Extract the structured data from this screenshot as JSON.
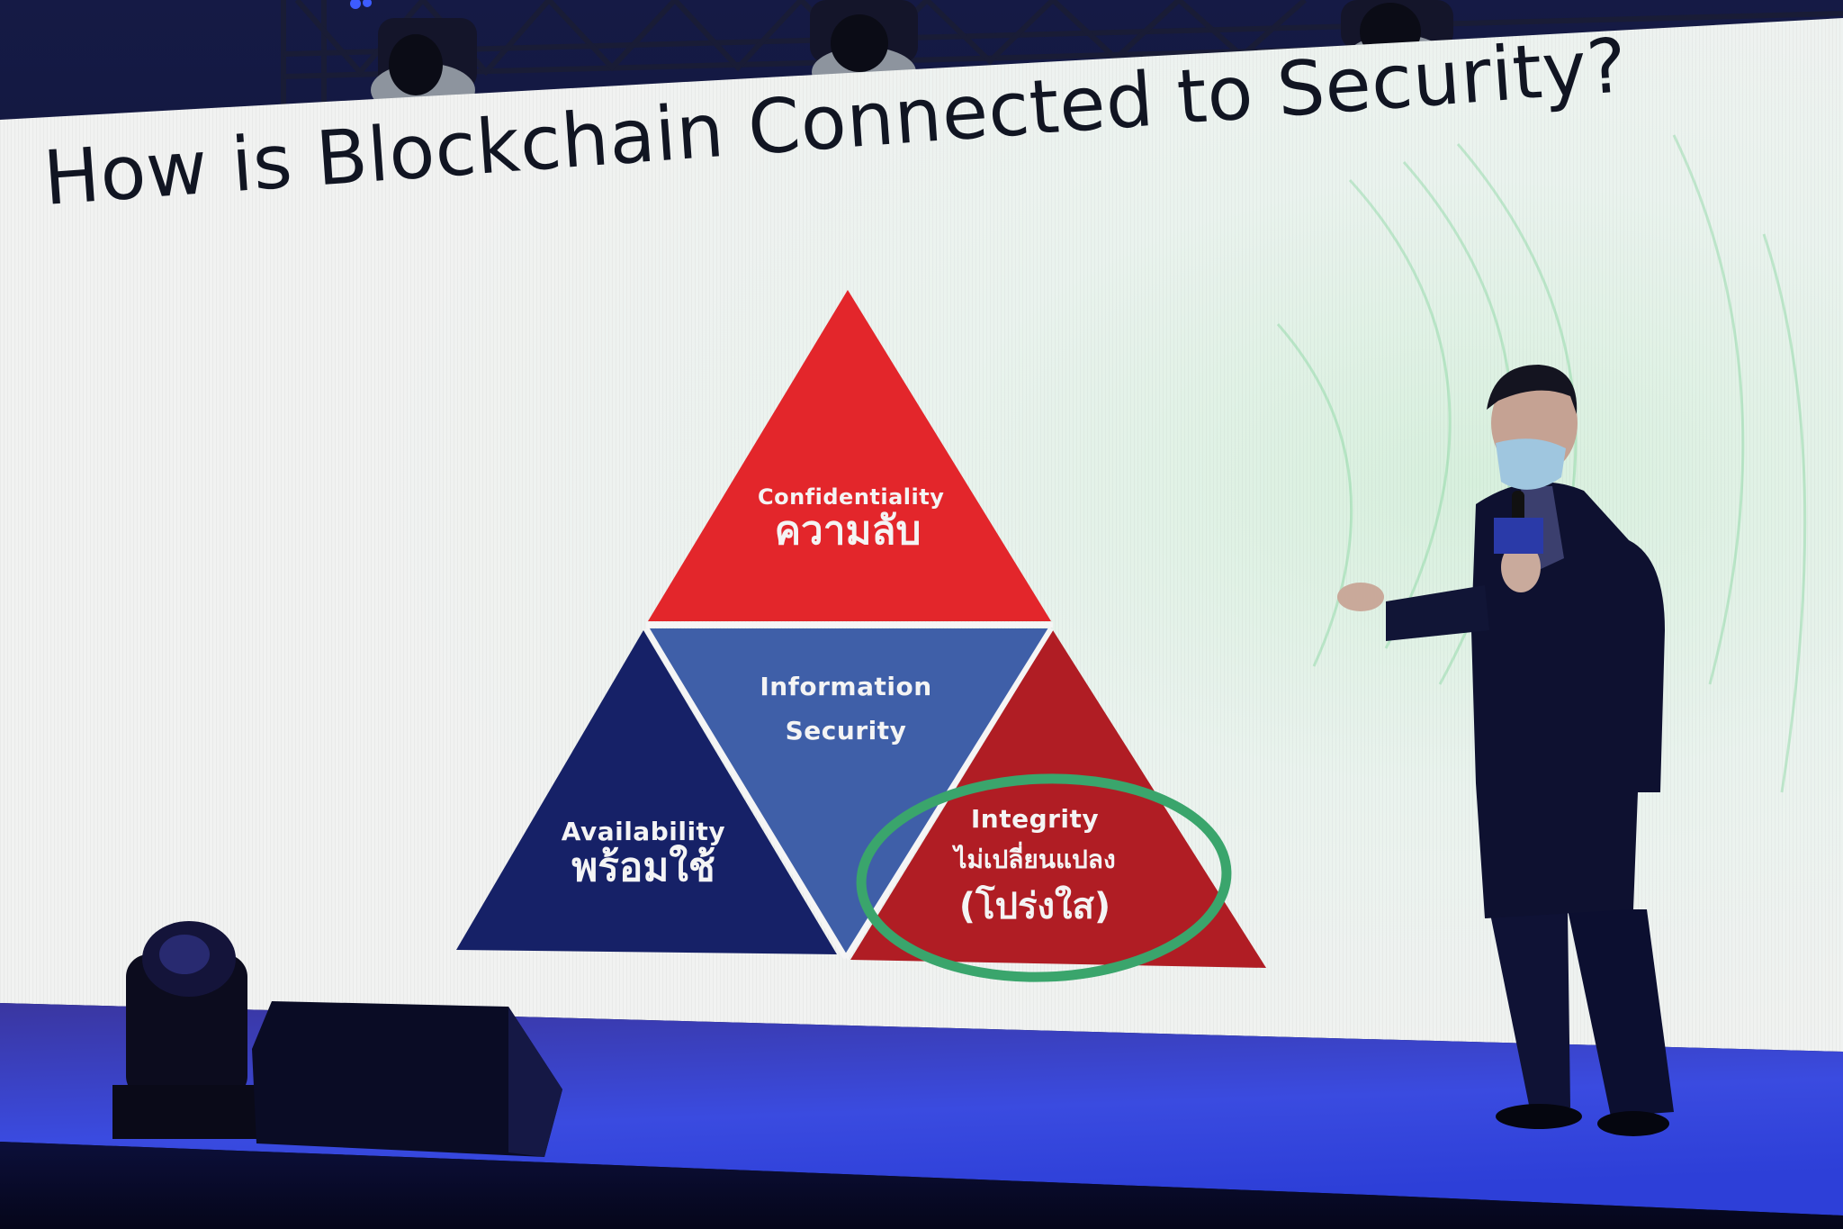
{
  "slide": {
    "title": "How is Blockchain Connected to Security?",
    "diagram": {
      "type": "triad-pyramid",
      "center": {
        "line1": "Information",
        "line2": "Security"
      },
      "segments": [
        {
          "id": "confidentiality",
          "label_en": "Confidentiality",
          "label_th": "ความลับ",
          "color": "#e3262b",
          "position": "top"
        },
        {
          "id": "availability",
          "label_en": "Availability",
          "label_th": "พร้อมใช้",
          "color": "#162167",
          "position": "bottom-left"
        },
        {
          "id": "integrity",
          "label_en": "Integrity",
          "label_th": "ไม่เปลี่ยนแปลง",
          "label_th_sub": "(โปร่งใส)",
          "color": "#b01d24",
          "position": "bottom-right",
          "highlighted": true
        }
      ],
      "center_color": "#3f5fa8",
      "highlight_ellipse_color": "#3aa56c"
    }
  },
  "scene": {
    "screen_background": "#eef1ef",
    "stage_color": "#3a3fc0",
    "backdrop_color": "#0d1030",
    "speaker": {
      "attire": "dark suit",
      "mask": "surgical mask",
      "holding": "microphone"
    }
  }
}
